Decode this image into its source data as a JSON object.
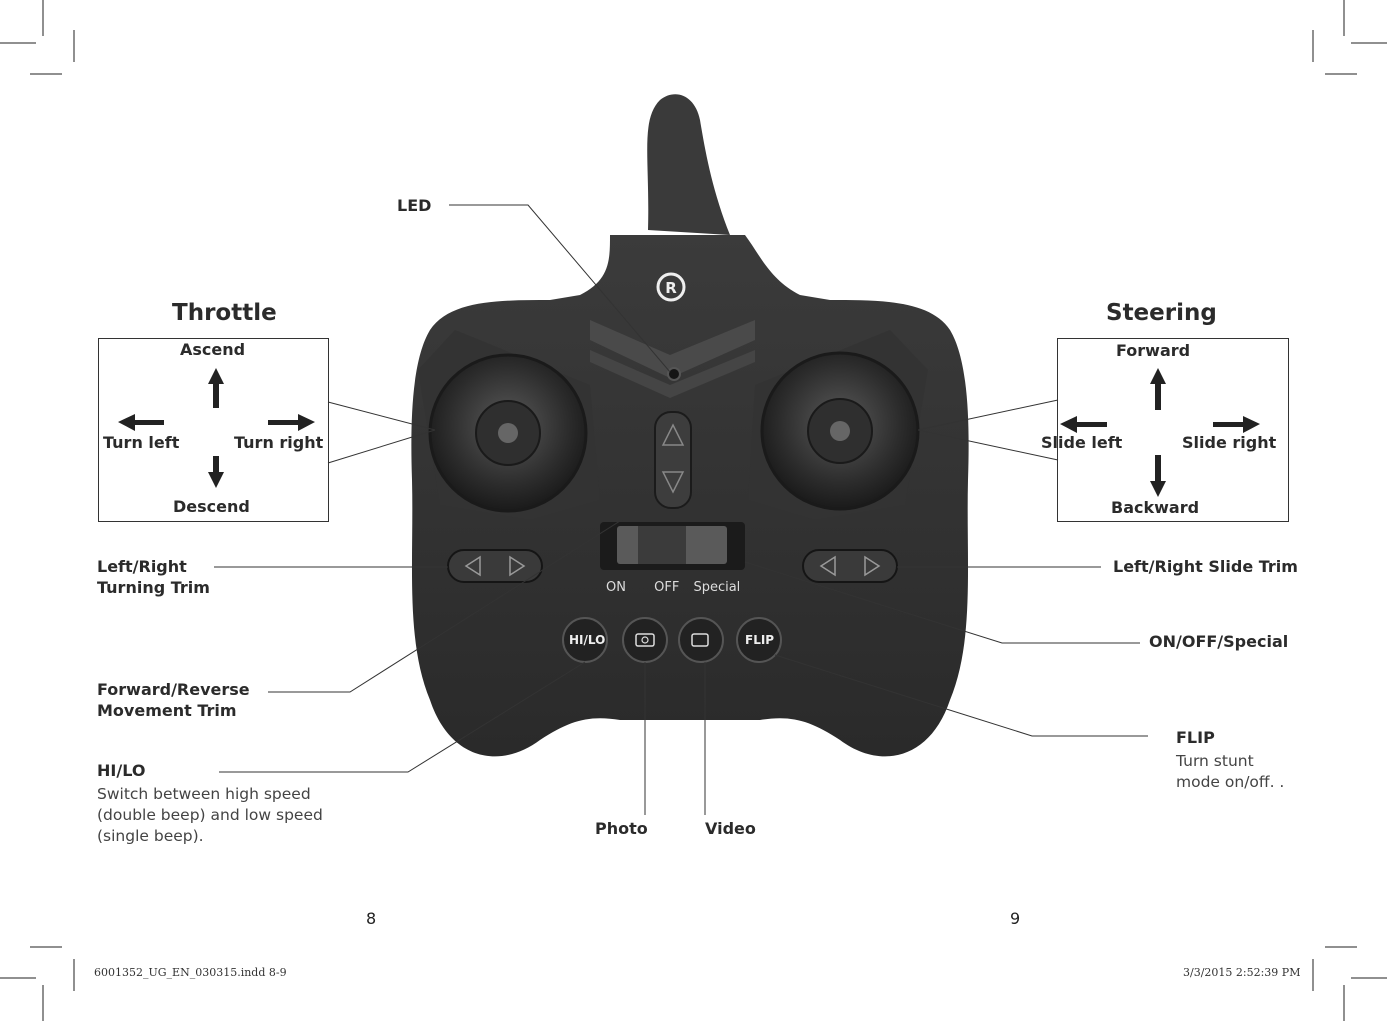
{
  "throttle": {
    "title": "Throttle",
    "up": "Ascend",
    "down": "Descend",
    "left": "Turn left",
    "right": "Turn right"
  },
  "steering": {
    "title": "Steering",
    "up": "Forward",
    "down": "Backward",
    "left": "Slide left",
    "right": "Slide right"
  },
  "callouts": {
    "led": "LED",
    "lr_turning_trim_1": "Left/Right",
    "lr_turning_trim_2": "Turning Trim",
    "fr_trim_1": "Forward/Reverse",
    "fr_trim_2": "Movement Trim",
    "hilo_title": "HI/LO",
    "hilo_desc_1": "Switch between high speed",
    "hilo_desc_2": "(double beep) and low speed",
    "hilo_desc_3": "(single beep).",
    "photo": "Photo",
    "video": "Video",
    "lr_slide_trim": "Left/Right Slide Trim",
    "on_off_special": "ON/OFF/Special",
    "flip_title": "FLIP",
    "flip_desc_1": "Turn stunt",
    "flip_desc_2": "mode on/off. ."
  },
  "controller": {
    "switch_on": "ON",
    "switch_off": "OFF",
    "switch_special": "Special",
    "btn_hilo": "HI/LO",
    "btn_flip": "FLIP",
    "logo": "R"
  },
  "pages": {
    "left": "8",
    "right": "9"
  },
  "footer": {
    "file": "6001352_UG_EN_030315.indd   8-9",
    "timestamp": "3/3/2015   2:52:39 PM"
  }
}
